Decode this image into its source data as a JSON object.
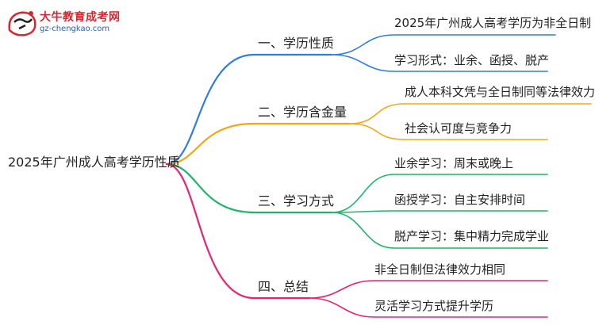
{
  "logo": {
    "name": "大牛教育成考网",
    "url": "gz-chengkao.com"
  },
  "mindmap": {
    "root": "2025年广州成人高考学历性质",
    "branches": [
      {
        "label": "一、学历性质",
        "color": "#2f7de1",
        "leaves": [
          "2025年广州成人高考学历为非全日制",
          "学习形式：业余、函授、脱产"
        ]
      },
      {
        "label": "二、学历含金量",
        "color": "#f0a818",
        "leaves": [
          "成人本科文凭与全日制同等法律效力",
          "社会认可度与竞争力"
        ]
      },
      {
        "label": "三、学习方式",
        "color": "#1fb46a",
        "leaves": [
          "业余学习：周末或晚上",
          "函授学习：自主安排时间",
          "脱产学习：集中精力完成学业"
        ]
      },
      {
        "label": "四、总结",
        "color": "#e8256e",
        "leaves": [
          "非全日制但法律效力相同",
          "灵活学习方式提升学历"
        ]
      }
    ]
  }
}
